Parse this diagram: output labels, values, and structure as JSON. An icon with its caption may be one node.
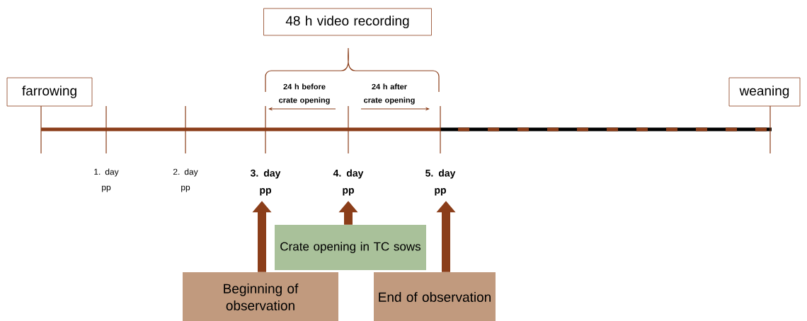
{
  "diagram": {
    "nodes": [
      {
        "text": [
          "48 h video recording"
        ]
      },
      {
        "text": [
          "farrowing"
        ]
      },
      {
        "text": [
          "weaning"
        ]
      },
      {
        "text": [
          "Crate opening in TC sows"
        ]
      },
      {
        "text": [
          "Beginning of observation"
        ]
      },
      {
        "text": [
          "End of observation"
        ]
      },
      {
        "text": [
          "3. day pp"
        ]
      },
      {
        "text": [
          "4. day pp"
        ]
      },
      {
        "text": [
          "5. day pp"
        ]
      }
    ],
    "edges": [
      {
        "from": 4,
        "to": 6,
        "arrow": "to"
      },
      {
        "from": 3,
        "to": 7,
        "arrow": "to"
      },
      {
        "from": 5,
        "to": 8,
        "arrow": "to"
      }
    ],
    "labels": [
      "24 h before crate opening",
      "24 h after crate opening",
      "1. day pp",
      "2. day pp"
    ]
  }
}
